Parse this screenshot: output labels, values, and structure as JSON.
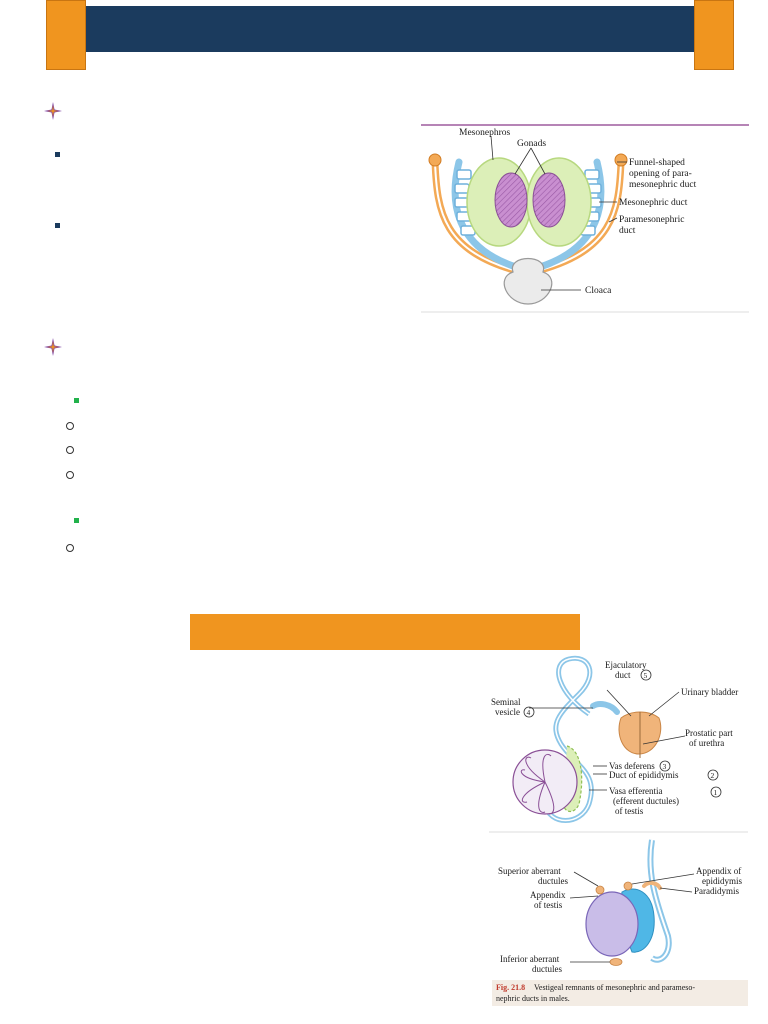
{
  "colors": {
    "header_navy": "#1b3b5e",
    "accent_orange": "#f0951f",
    "bullet_green": "#22b24c",
    "figure_rule": "#8b3a8b",
    "caption_red": "#c0392b"
  },
  "icons": {
    "section_bullet": "four-point-star-icon",
    "sub_bullet_blue": "square-bullet-icon",
    "sub_bullet_green": "square-bullet-icon",
    "list_bullet": "hollow-circle-icon"
  },
  "figure1": {
    "labels": {
      "mesonephros": "Mesonephros",
      "gonads": "Gonads",
      "funnel_line1": "Funnel-shaped",
      "funnel_line2": "opening of para-",
      "funnel_line3": "mesonephric duct",
      "mesonephric_duct": "Mesonephric duct",
      "paramesonephric_line1": "Paramesonephric",
      "paramesonephric_line2": "duct",
      "cloaca": "Cloaca"
    }
  },
  "figure2": {
    "labels": {
      "ejaculatory_line1": "Ejaculatory",
      "ejaculatory_line2": "duct",
      "ejaculatory_num": "5",
      "urinary_bladder": "Urinary bladder",
      "seminal_line1": "Seminal",
      "seminal_line2": "vesicle",
      "seminal_num": "4",
      "prostatic_line1": "Prostatic part",
      "prostatic_line2": "of urethra",
      "vas_deferens": "Vas deferens",
      "vas_num": "3",
      "duct_epididymis": "Duct of epididymis",
      "duct_num": "2",
      "vasa_line1": "Vasa efferentia",
      "vasa_line2": "(efferent ductules)",
      "vasa_line3": "of testis",
      "vasa_num": "1"
    }
  },
  "figure3": {
    "labels": {
      "superior_line1": "Superior aberrant",
      "superior_line2": "ductules",
      "appendix_testis_line1": "Appendix",
      "appendix_testis_line2": "of testis",
      "inferior_line1": "Inferior aberrant",
      "inferior_line2": "ductules",
      "appendix_epididymis_line1": "Appendix of",
      "appendix_epididymis_line2": "epididymis",
      "paradidymis": "Paradidymis"
    },
    "caption": {
      "fig_number": "Fig. 21.8",
      "text_line1": "Vestigeal remnants of mesonephric and parameso-",
      "text_line2": "nephric ducts in males."
    }
  }
}
